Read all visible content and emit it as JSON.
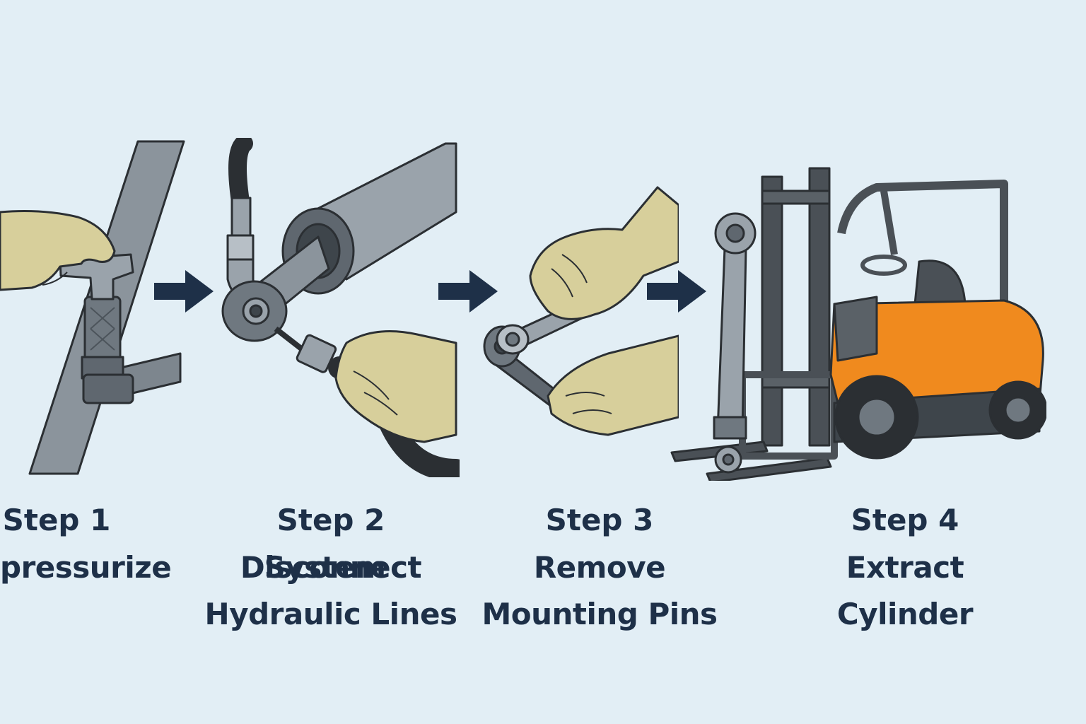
{
  "colors": {
    "background": "#e2eef5",
    "text": "#1e3048",
    "arrow": "#1e3048",
    "steel": "#8b949c",
    "steel_dark": "#5f676f",
    "hose": "#2b2f33",
    "glove": "#d7cf9b",
    "forklift_body": "#f08a1e"
  },
  "steps": [
    {
      "step": "Step 1",
      "lines": [
        "pressurize",
        "System"
      ],
      "icon": "pressure-valve-icon"
    },
    {
      "step": "Step 2",
      "lines": [
        "Disconnect",
        "Hydraulic Lines"
      ],
      "icon": "hose-fitting-icon"
    },
    {
      "step": "Step 3",
      "lines": [
        "Remove",
        "Mounting Pins"
      ],
      "icon": "wrench-icon"
    },
    {
      "step": "Step 4",
      "lines": [
        "Extract",
        "Cylinder"
      ],
      "icon": "forklift-icon"
    }
  ]
}
